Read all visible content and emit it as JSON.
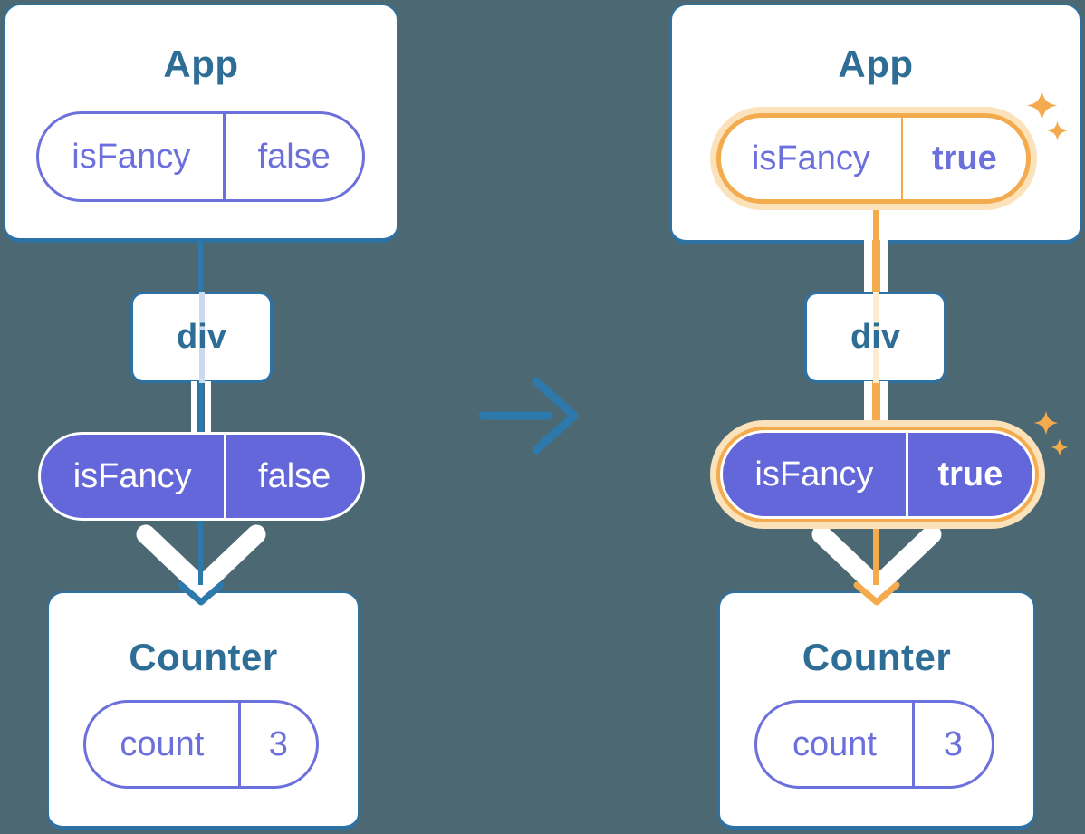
{
  "colors": {
    "background": "#4c6973",
    "card_border": "#2d72a3",
    "heading": "#2e6e96",
    "purple": "#6c70dd",
    "indigo_fill": "#6467d9",
    "blue_line": "#2d79ab",
    "orange": "#f3ab4e",
    "orange_light": "#fbe2bb",
    "faint_blue": "#ccd9ee",
    "faint_orange": "#fdeccf"
  },
  "left_tree": {
    "app": {
      "title": "App",
      "pill": {
        "key": "isFancy",
        "value": "false"
      }
    },
    "div_node": {
      "label": "div"
    },
    "prop_pill": {
      "key": "isFancy",
      "value": "false"
    },
    "counter": {
      "title": "Counter",
      "pill": {
        "key": "count",
        "value": "3"
      }
    }
  },
  "right_tree": {
    "app": {
      "title": "App",
      "pill": {
        "key": "isFancy",
        "value": "true"
      }
    },
    "div_node": {
      "label": "div"
    },
    "prop_pill": {
      "key": "isFancy",
      "value": "true"
    },
    "counter": {
      "title": "Counter",
      "pill": {
        "key": "count",
        "value": "3"
      }
    }
  }
}
